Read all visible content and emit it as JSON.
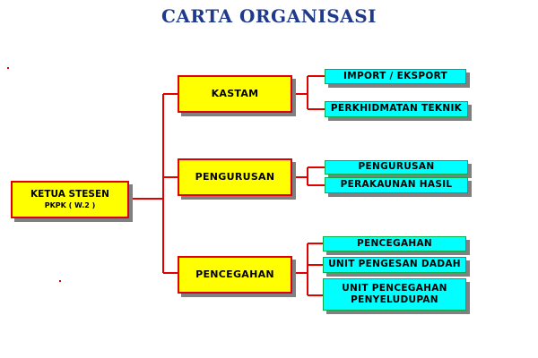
{
  "title": "CARTA ORGANISASI",
  "root": {
    "line1": "KETUA STESEN",
    "line2": "PKPK ( W.2 )"
  },
  "departments": [
    {
      "label": "KASTAM",
      "units": [
        "IMPORT / EKSPORT",
        "PERKHIDMATAN TEKNIK"
      ]
    },
    {
      "label": "PENGURUSAN",
      "units": [
        "PENGURUSAN",
        "PERAKAUNAN HASIL"
      ]
    },
    {
      "label": "PENCEGAHAN",
      "units": [
        "PENCEGAHAN",
        "UNIT PENGESAN DADAH",
        "UNIT PENCEGAHAN PENYELUDUPAN"
      ]
    }
  ],
  "colors": {
    "title": "#1f3a8a",
    "line": "#e00000",
    "yellow_box": "#ffff00",
    "cyan_box": "#00ffff",
    "cyan_border": "#00b050",
    "shadow": "#808080"
  }
}
